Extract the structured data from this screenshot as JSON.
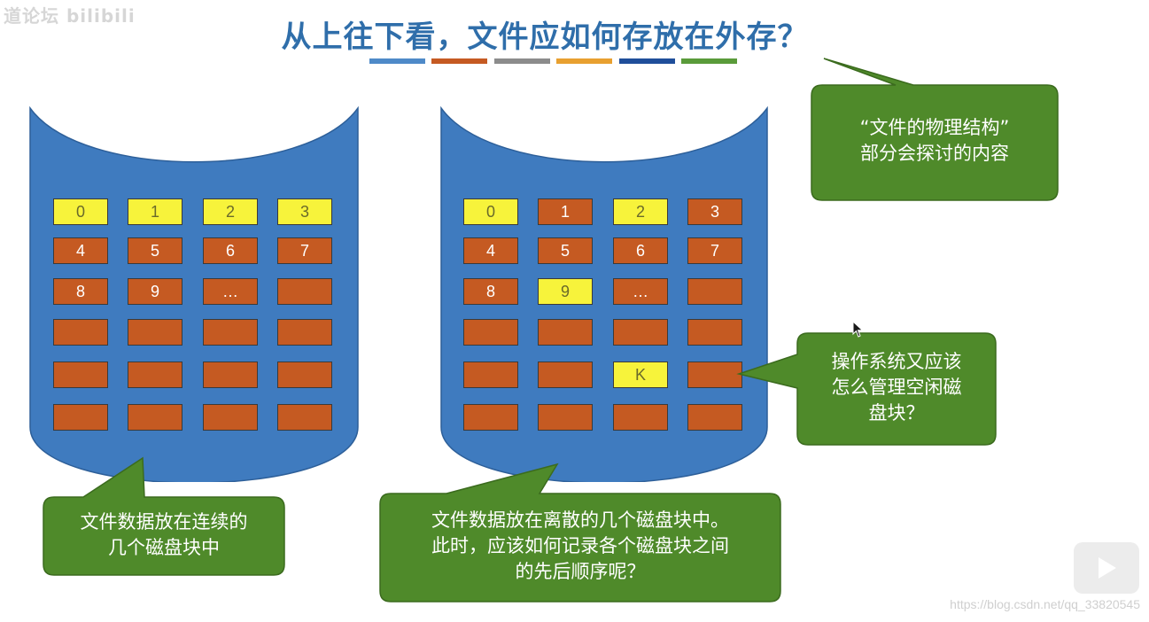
{
  "watermark_top_left": "道论坛 bilibili",
  "title": "从上往下看，文件应如何存放在外存？",
  "title_bar_colors": [
    "#4e8ac8",
    "#c55a22",
    "#8c8c8c",
    "#e8a030",
    "#1f4e9a",
    "#5a9b3a"
  ],
  "colors": {
    "cylinder": "#3f7bbf",
    "block_orange": "#c55a22",
    "block_yellow": "#f7f33b",
    "callout_green": "#4f8a2a"
  },
  "left_disk": {
    "rows": [
      [
        {
          "label": "0",
          "state": "yellow"
        },
        {
          "label": "1",
          "state": "yellow"
        },
        {
          "label": "2",
          "state": "yellow"
        },
        {
          "label": "3",
          "state": "yellow"
        }
      ],
      [
        {
          "label": "4",
          "state": "orange"
        },
        {
          "label": "5",
          "state": "orange"
        },
        {
          "label": "6",
          "state": "orange"
        },
        {
          "label": "7",
          "state": "orange"
        }
      ],
      [
        {
          "label": "8",
          "state": "orange"
        },
        {
          "label": "9",
          "state": "orange"
        },
        {
          "label": "…",
          "state": "orange"
        },
        {
          "label": "",
          "state": "orange"
        }
      ],
      [
        {
          "label": "",
          "state": "orange"
        },
        {
          "label": "",
          "state": "orange"
        },
        {
          "label": "",
          "state": "orange"
        },
        {
          "label": "",
          "state": "orange"
        }
      ],
      [
        {
          "label": "",
          "state": "orange"
        },
        {
          "label": "",
          "state": "orange"
        },
        {
          "label": "",
          "state": "orange"
        },
        {
          "label": "",
          "state": "orange"
        }
      ],
      [
        {
          "label": "",
          "state": "orange"
        },
        {
          "label": "",
          "state": "orange"
        },
        {
          "label": "",
          "state": "orange"
        },
        {
          "label": "",
          "state": "orange"
        }
      ]
    ]
  },
  "right_disk": {
    "rows": [
      [
        {
          "label": "0",
          "state": "yellow"
        },
        {
          "label": "1",
          "state": "orange"
        },
        {
          "label": "2",
          "state": "yellow"
        },
        {
          "label": "3",
          "state": "orange"
        }
      ],
      [
        {
          "label": "4",
          "state": "orange"
        },
        {
          "label": "5",
          "state": "orange"
        },
        {
          "label": "6",
          "state": "orange"
        },
        {
          "label": "7",
          "state": "orange"
        }
      ],
      [
        {
          "label": "8",
          "state": "orange"
        },
        {
          "label": "9",
          "state": "yellow"
        },
        {
          "label": "…",
          "state": "orange"
        },
        {
          "label": "",
          "state": "orange"
        }
      ],
      [
        {
          "label": "",
          "state": "orange"
        },
        {
          "label": "",
          "state": "orange"
        },
        {
          "label": "",
          "state": "orange"
        },
        {
          "label": "",
          "state": "orange"
        }
      ],
      [
        {
          "label": "",
          "state": "orange"
        },
        {
          "label": "",
          "state": "orange"
        },
        {
          "label": "K",
          "state": "yellow"
        },
        {
          "label": "",
          "state": "orange"
        }
      ],
      [
        {
          "label": "",
          "state": "orange"
        },
        {
          "label": "",
          "state": "orange"
        },
        {
          "label": "",
          "state": "orange"
        },
        {
          "label": "",
          "state": "orange"
        }
      ]
    ]
  },
  "callouts": {
    "physical_structure": [
      "“文件的物理结构”",
      "部分会探讨的内容"
    ],
    "free_blocks": [
      "操作系统又应该",
      "怎么管理空闲磁",
      "盘块？"
    ],
    "contiguous": [
      "文件数据放在连续的",
      "几个磁盘块中"
    ],
    "scattered": [
      "文件数据放在离散的几个磁盘块中。",
      "此时，应该如何记录各个磁盘块之间",
      "的先后顺序呢？"
    ]
  },
  "url_watermark": "https://blog.csdn.net/qq_33820545"
}
